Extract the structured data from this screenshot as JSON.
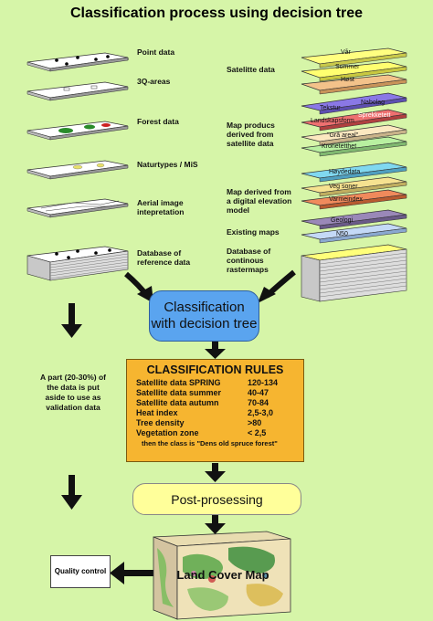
{
  "title": "Classification process using decision tree",
  "left_stack": {
    "labels": [
      "Point data",
      "3Q-areas",
      "Forest data",
      "Naturtypes / MiS",
      "Aerial image intepretation",
      "Database of reference data"
    ]
  },
  "right_stack": {
    "layer_labels": [
      "Vår",
      "Sommer",
      "Høst",
      "Tekstur",
      "Nabolag",
      "Landskapsform",
      "Sprekketett",
      "\"Grå areal\"",
      "Kronetetthet",
      "Høydedata",
      "Veg soner",
      "Varmeindex",
      "Geologi",
      "N50"
    ],
    "side_labels": [
      "Satelitte data",
      "Map producs derived from satellite data",
      "Map derived from a digital elevation model",
      "Existing maps",
      "Database of continous rastermaps"
    ]
  },
  "classification_box": "Classification with decision tree",
  "validation_note": "A part (20-30%) of the data is put aside to use as validation data",
  "rules": {
    "title": "CLASSIFICATION RULES",
    "rows": [
      {
        "k": "Satellite data  SPRING",
        "v": "120-134"
      },
      {
        "k": "Satellite data  summer",
        "v": "40-47"
      },
      {
        "k": "Satellite data  autumn",
        "v": "70-84"
      },
      {
        "k": "Heat index",
        "v": "2,5-3,0"
      },
      {
        "k": "Tree density",
        "v": ">80"
      },
      {
        "k": "Vegetation zone",
        "v": "< 2,5"
      }
    ],
    "footer": "then the class is  \"Dens old spruce forest\""
  },
  "postprocessing": "Post-prosessing",
  "quality_control": "Quality control",
  "land_cover_map": "Land Cover Map"
}
